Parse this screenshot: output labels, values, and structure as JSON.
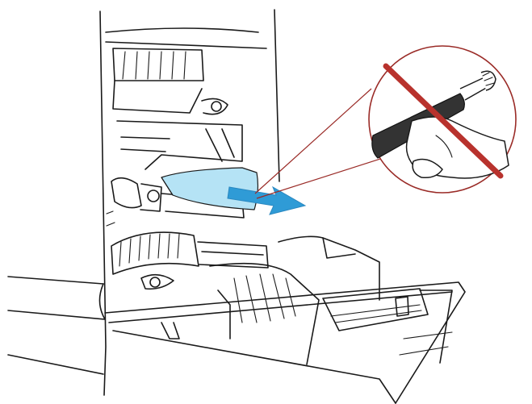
{
  "illustration": {
    "subject": "printer-right-door-open-paper-jam",
    "colors": {
      "paper": "#b5e3f5",
      "arrow": "#2f9bd6",
      "prohibition": "#b8322d",
      "callout-line": "#9a2b27",
      "roller": "#333333",
      "line-art": "#1a1a1a"
    },
    "icons": [
      "jammed-paper",
      "pull-direction-arrow",
      "fuser-roller-callout",
      "prohibition-sign",
      "hand"
    ]
  }
}
